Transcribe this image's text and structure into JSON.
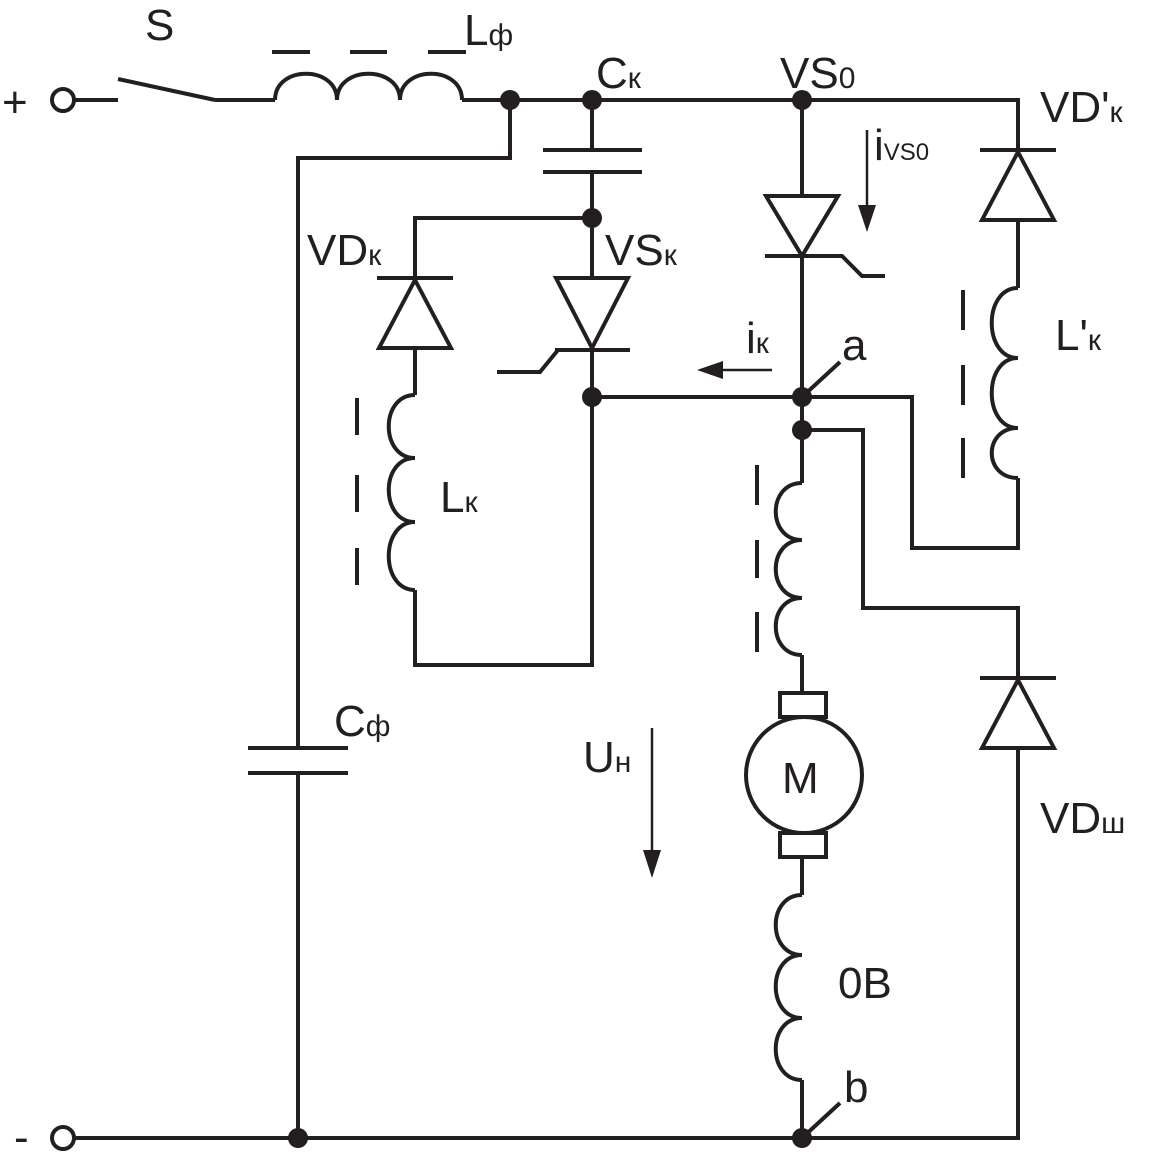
{
  "labels": {
    "plus": "+",
    "minus": "-",
    "S": "S",
    "L_phi": "L",
    "L_phi_sub": "ф",
    "C_k": "C",
    "C_k_sub": "к",
    "VS0": "VS",
    "VS0_sub": "0",
    "VD_k_prime": "VD'",
    "VD_k_prime_sub": "к",
    "i_vs0": "i",
    "i_vs0_sub": "VS0",
    "VD_k": "VD",
    "VD_k_sub": "к",
    "VS_k": "VS",
    "VS_k_sub": "к",
    "i_k": "i",
    "i_k_sub": "к",
    "a": "a",
    "L_k_prime": "L'",
    "L_k_prime_sub": "к",
    "L_k": "L",
    "L_k_sub": "к",
    "C_phi": "C",
    "C_phi_sub": "ф",
    "U_n": "U",
    "U_n_sub": "н",
    "M": "M",
    "VD_sh": "VD",
    "VD_sh_sub": "ш",
    "OB": "0B",
    "b": "b"
  },
  "colors": {
    "ink": "#231f20",
    "background": "#ffffff"
  }
}
